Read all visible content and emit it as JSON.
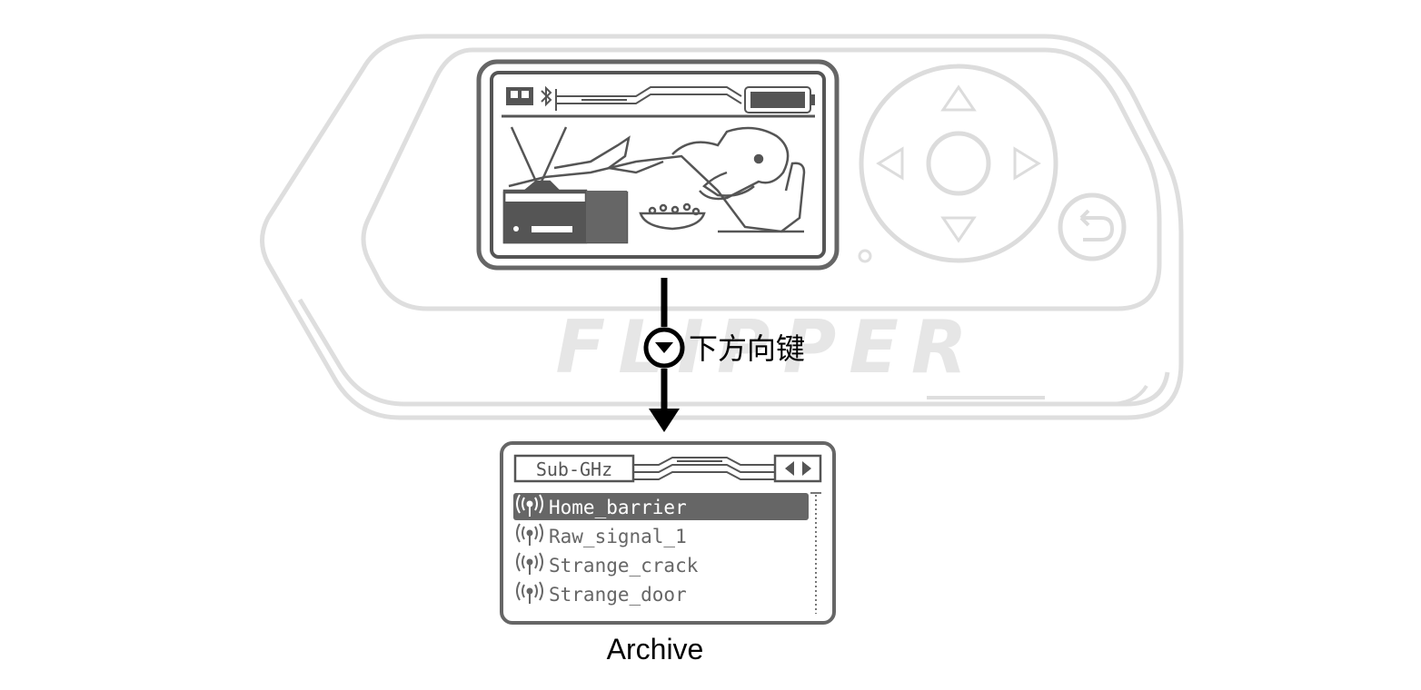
{
  "instruction": {
    "key_label": "下方向键"
  },
  "archive_screen": {
    "header_title": "Sub-GHz",
    "items": [
      {
        "label": "Home_barrier",
        "selected": true
      },
      {
        "label": "Raw_signal_1",
        "selected": false
      },
      {
        "label": "Strange_crack",
        "selected": false
      },
      {
        "label": "Strange_door",
        "selected": false
      }
    ],
    "caption": "Archive"
  },
  "device": {
    "brand_text": "FLIPPER",
    "colors": {
      "body_outline": "#dcdcdc",
      "screen_frame": "#666666",
      "lcd_ink": "#555555",
      "selection": "#666666",
      "arrow": "#000000"
    }
  }
}
